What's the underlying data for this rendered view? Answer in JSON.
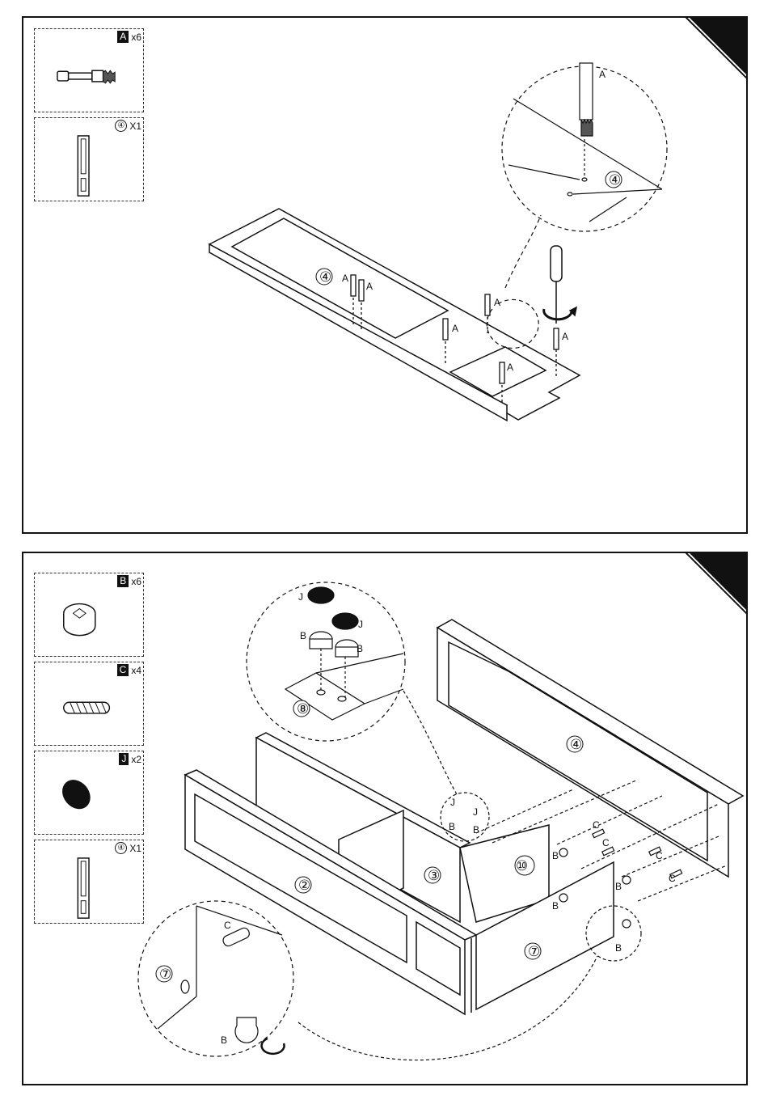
{
  "step1": {
    "parts": [
      {
        "code": "A",
        "qty": "x6",
        "icon": "cam-bolt-icon"
      },
      {
        "code": "④",
        "qty": "X1",
        "icon": "frame-panel-icon"
      }
    ],
    "callouts": {
      "panel_main": "④",
      "panel_zoom": "④",
      "fittings": [
        "A",
        "A",
        "A",
        "A",
        "A",
        "A",
        "A"
      ]
    }
  },
  "step2": {
    "parts": [
      {
        "code": "B",
        "qty": "x6",
        "icon": "cam-lock-icon"
      },
      {
        "code": "C",
        "qty": "x4",
        "icon": "wood-dowel-icon"
      },
      {
        "code": "J",
        "qty": "x2",
        "icon": "cover-cap-icon"
      },
      {
        "code": "④",
        "qty": "X1",
        "icon": "frame-panel-icon"
      }
    ],
    "callouts": {
      "panel_back": "④",
      "panel_front": "②",
      "panel_middle": "③",
      "panel_shelf": "⑩",
      "panel_side": "⑦",
      "panel_zoom_top": "⑧",
      "panel_zoom_side": "⑦",
      "fittings_j": [
        "J",
        "J",
        "J",
        "J"
      ],
      "fittings_b": [
        "B",
        "B",
        "B",
        "B",
        "B",
        "B",
        "B",
        "B",
        "B"
      ],
      "fittings_c": [
        "C",
        "C",
        "C",
        "C",
        "C"
      ]
    }
  }
}
